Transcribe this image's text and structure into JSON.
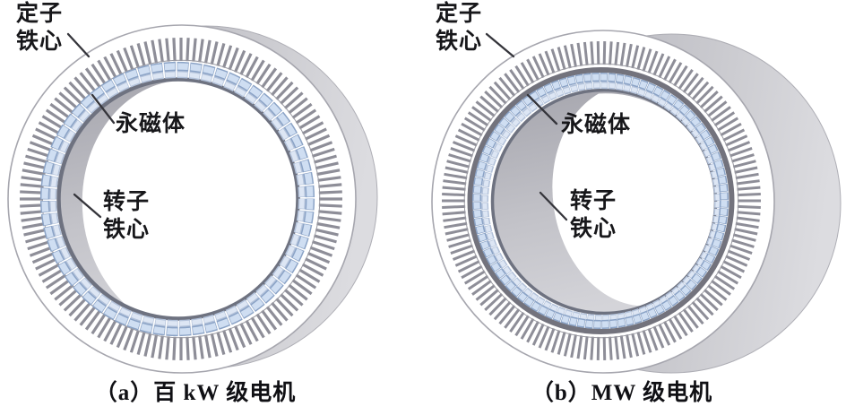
{
  "page": {
    "background": "#ffffff"
  },
  "colors": {
    "back_body_dark": "#b0b0b8",
    "back_body_mid": "#c9c9ce",
    "back_body_light": "#dcdce0",
    "rim_white": "#ffffff",
    "rim_outline": "#a6a6ae",
    "tooth_gray": "#8e8e98",
    "tooth_tip_line": "#9a9aa2",
    "dark_ring": "#6e7280",
    "dark_band": "#73737d",
    "magnet_fill": "#cfdef2",
    "magnet_outline": "#8ba3c6",
    "magnet_faint_fill": "#dde6f4",
    "magnet_faint_outline": "#b3c2da",
    "bore_dark": "#a6a6ae",
    "bore_mid": "#c2c2c8",
    "bore_light": "#d4d4d9",
    "leader_line": "#35353b",
    "text": "#17171a"
  },
  "figures": [
    {
      "id": "a",
      "caption": "（a）百 kW 级电机",
      "labels": {
        "stator_core": "定子\n铁心",
        "permanent_magnet": "永磁体",
        "rotor_core": "转子\n铁心"
      },
      "structure": {
        "stator_teeth": 140,
        "magnet_segments": 64
      }
    },
    {
      "id": "b",
      "caption": "（b）MW 级电机",
      "labels": {
        "stator_core": "定子\n铁心",
        "permanent_magnet": "永磁体",
        "rotor_core": "转子\n铁心"
      },
      "structure": {
        "stator_teeth": 150,
        "magnet_segments": 96
      }
    }
  ]
}
